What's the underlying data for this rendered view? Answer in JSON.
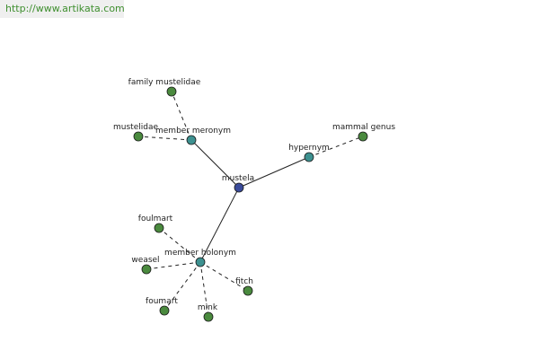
{
  "banner": {
    "url_text": "http://www.artikata.com"
  },
  "colors": {
    "center": "#3a4b9a",
    "relation": "#3d9190",
    "leaf": "#4a8a3e",
    "edge": "#222222",
    "banner_bg": "#efefef",
    "banner_text": "#3f8f2f"
  },
  "graph": {
    "nodes": [
      {
        "id": "mustela",
        "label": "mustela",
        "kind": "center"
      },
      {
        "id": "hypernym",
        "label": "hypernym",
        "kind": "relation"
      },
      {
        "id": "member-meronym",
        "label": "member meronym",
        "kind": "relation"
      },
      {
        "id": "member-holonym",
        "label": "member holonym",
        "kind": "relation"
      },
      {
        "id": "mammal-genus",
        "label": "mammal genus",
        "kind": "leaf"
      },
      {
        "id": "family-mustelidae",
        "label": "family mustelidae",
        "kind": "leaf"
      },
      {
        "id": "mustelidae",
        "label": "mustelidae",
        "kind": "leaf"
      },
      {
        "id": "foulmart",
        "label": "foulmart",
        "kind": "leaf"
      },
      {
        "id": "weasel",
        "label": "weasel",
        "kind": "leaf"
      },
      {
        "id": "foumart",
        "label": "foumart",
        "kind": "leaf"
      },
      {
        "id": "mink",
        "label": "mink",
        "kind": "leaf"
      },
      {
        "id": "fitch",
        "label": "fitch",
        "kind": "leaf"
      }
    ],
    "edges": [
      {
        "from": "mustela",
        "to": "hypernym",
        "style": "solid"
      },
      {
        "from": "mustela",
        "to": "member-meronym",
        "style": "solid"
      },
      {
        "from": "mustela",
        "to": "member-holonym",
        "style": "solid"
      },
      {
        "from": "hypernym",
        "to": "mammal-genus",
        "style": "dashed"
      },
      {
        "from": "member-meronym",
        "to": "family-mustelidae",
        "style": "dashed"
      },
      {
        "from": "member-meronym",
        "to": "mustelidae",
        "style": "dashed"
      },
      {
        "from": "member-holonym",
        "to": "foulmart",
        "style": "dashed"
      },
      {
        "from": "member-holonym",
        "to": "weasel",
        "style": "dashed"
      },
      {
        "from": "member-holonym",
        "to": "foumart",
        "style": "dashed"
      },
      {
        "from": "member-holonym",
        "to": "mink",
        "style": "dashed"
      },
      {
        "from": "member-holonym",
        "to": "fitch",
        "style": "dashed"
      }
    ]
  }
}
